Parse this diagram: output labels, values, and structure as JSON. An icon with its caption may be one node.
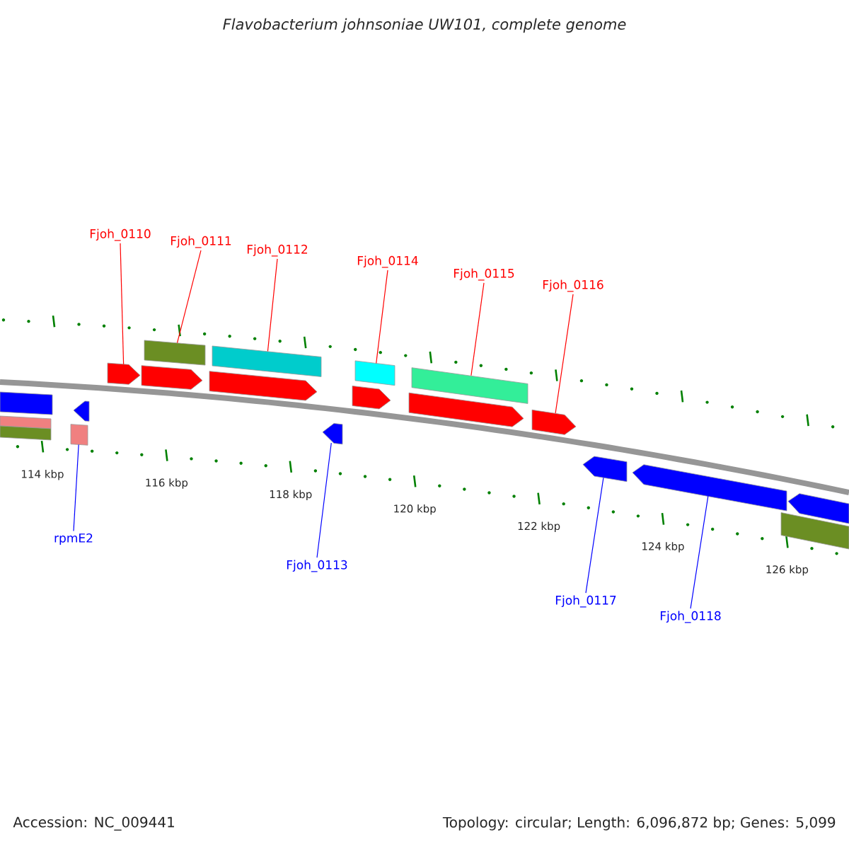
{
  "diagram": {
    "title": "Flavobacterium johnsoniae UW101, complete genome",
    "nodes": [
      {
        "text": [
          "Fjoh_0110"
        ]
      },
      {
        "text": [
          "Fjoh_0111"
        ]
      },
      {
        "text": [
          "Fjoh_0112"
        ]
      },
      {
        "text": [
          "Fjoh_0114"
        ]
      },
      {
        "text": [
          "Fjoh_0115"
        ]
      },
      {
        "text": [
          "Fjoh_0116"
        ]
      },
      {
        "text": [
          "rpmE2"
        ]
      },
      {
        "text": [
          "Fjoh_0113"
        ]
      },
      {
        "text": [
          "Fjoh_0117"
        ]
      },
      {
        "text": [
          "Fjoh_0118"
        ]
      },
      {
        "text": [],
        "shape": "pentagon"
      },
      {
        "text": [],
        "shape": "bar"
      },
      {
        "text": [],
        "shape": "bar"
      },
      {
        "text": [],
        "shape": "bar"
      },
      {
        "text": [],
        "shape": "bar"
      },
      {
        "text": [],
        "shape": "pentagon"
      },
      {
        "text": [],
        "shape": "bar"
      },
      {
        "text": [],
        "shape": "pentagon"
      },
      {
        "text": [],
        "shape": "pentagon"
      },
      {
        "text": [],
        "shape": "pentagon"
      },
      {
        "text": [],
        "shape": "bar"
      },
      {
        "text": [],
        "shape": "bar"
      },
      {
        "text": [],
        "shape": "bar"
      },
      {
        "text": [],
        "shape": "pentagon"
      },
      {
        "text": [],
        "shape": "pentagon"
      },
      {
        "text": [],
        "shape": "pentagon"
      },
      {
        "text": [],
        "shape": "pentagon"
      },
      {
        "text": [],
        "shape": "pentagon"
      },
      {
        "text": [],
        "shape": "bar"
      },
      {
        "text": [],
        "shape": "pentagon"
      }
    ],
    "edges": [
      {
        "from": 0,
        "to": 10,
        "arrow": "none"
      },
      {
        "from": 1,
        "to": 11,
        "arrow": "none"
      },
      {
        "from": 2,
        "to": 12,
        "arrow": "none"
      },
      {
        "from": 3,
        "to": 13,
        "arrow": "none"
      },
      {
        "from": 4,
        "to": 14,
        "arrow": "none"
      },
      {
        "from": 5,
        "to": 15,
        "arrow": "none"
      },
      {
        "from": 6,
        "to": 16,
        "arrow": "none",
        "color": "#0000ff"
      },
      {
        "from": 7,
        "to": 17,
        "arrow": "none",
        "color": "#0000ff"
      },
      {
        "from": 8,
        "to": 18,
        "arrow": "none",
        "color": "#0000ff"
      },
      {
        "from": 9,
        "to": 19,
        "arrow": "none",
        "color": "#0000ff"
      }
    ],
    "labels": [
      "114 kbp",
      "116 kbp",
      "118 kbp",
      "120 kbp",
      "122 kbp",
      "124 kbp",
      "126 kbp",
      "Accession: NC_009441",
      "Topology: circular; Length: 6,096,872 bp; Genes: 5,099"
    ]
  }
}
